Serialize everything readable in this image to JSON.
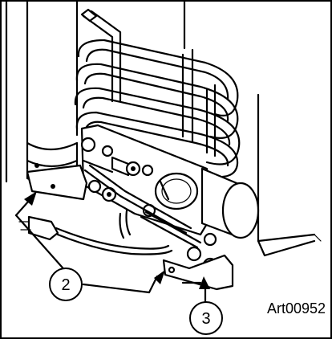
{
  "callouts": [
    {
      "label": "2"
    },
    {
      "label": "3"
    }
  ],
  "art_number": "Art00952"
}
